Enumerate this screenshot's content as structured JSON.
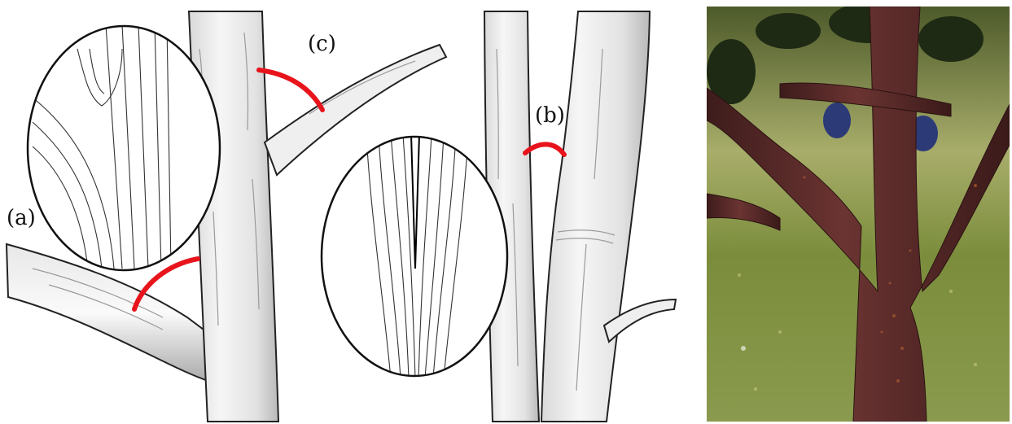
{
  "labels": {
    "a": "(a)",
    "b": "(b)",
    "c": "(c)"
  },
  "colors": {
    "angle_marker": "#e8141c",
    "bark_photo": "#5a2c2a",
    "grass": "#8a9a4e",
    "plum": "#2c3a78",
    "ink": "#111111"
  },
  "photo": {
    "subject": "plum-tree-trunk-with-branch-unions"
  }
}
